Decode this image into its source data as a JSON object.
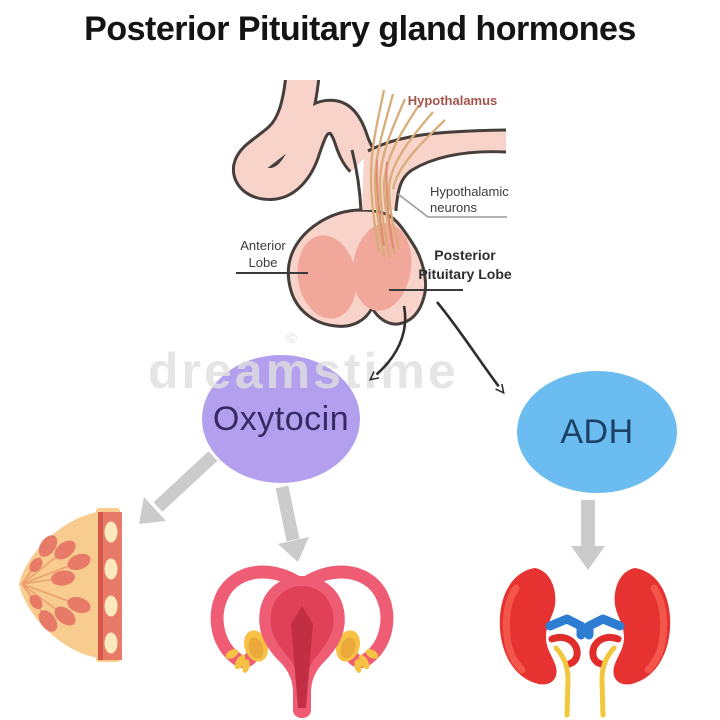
{
  "title": "Posterior Pituitary gland hormones",
  "watermark": {
    "text": "dreamstime",
    "symbol": "©",
    "color": "rgba(223,223,223,0.8)"
  },
  "gland": {
    "labels": {
      "hypothalamus": "Hypothalamus",
      "neurons_line1": "Hypothalamic",
      "neurons_line2": "neurons",
      "anterior_line1": "Anterior",
      "anterior_line2": "Lobe",
      "posterior_line1": "Posterior",
      "posterior_line2": "Pituitary Lobe"
    }
  },
  "hormones": {
    "oxytocin": {
      "label": "Oxytocin",
      "fill": "#b2a0ee",
      "text_color": "#352a63"
    },
    "adh": {
      "label": "ADH",
      "fill": "#6bbcf1",
      "text_color": "#1d4166"
    }
  },
  "organs": {
    "breast": "breast-cross-section",
    "uterus": "uterus-with-ovaries",
    "kidneys": "kidneys-with-ureters"
  },
  "colors": {
    "outline": "#453e3a",
    "gland_pink": "#f8d3c9",
    "lobe_pink": "#f2a79b",
    "fiber_tan": "#d9ad79",
    "fiber_salmon": "#e08a70",
    "label_dark": "#3a3a3a",
    "pointer_gray": "#9a9a9a",
    "arrow_black": "#2f2f2f",
    "arrow_gray": "#cbcbcb",
    "breast_body": "#f8cb8e",
    "breast_gland": "#e87a68",
    "breast_strip_edge": "#d4574a",
    "breast_oval": "#fce9bd",
    "breast_duct": "#eda06f",
    "uterus_pink": "#ef5d75",
    "uterus_inner": "#e04158",
    "uterus_canal": "#c22f44",
    "ovary_yellow": "#f7c243",
    "ovary_shade": "#eaa93a",
    "kidney_red": "#e63230",
    "kidney_highlight": "#f3564b",
    "vein_blue": "#2d7dd2",
    "artery_red": "#e02c2a",
    "ureter_yellow": "#f2c73d"
  }
}
